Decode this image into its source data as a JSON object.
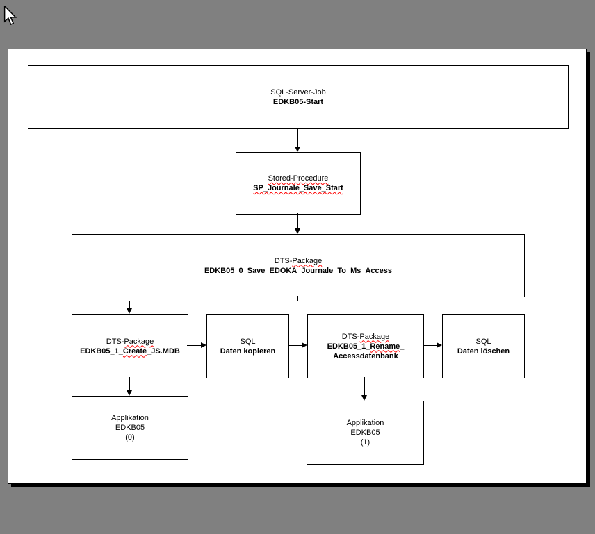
{
  "colors": {
    "background": "#808080",
    "page_background": "#ffffff",
    "box_border": "#000000",
    "page_shadow": "#000000",
    "spellcheck_underline": "#ff0000",
    "text": "#000000"
  },
  "cursor": {
    "icon": "arrow-pointer-icon"
  },
  "diagram": {
    "boxes": {
      "sql_server_job": {
        "type": "SQL-Server-Job",
        "name": "EDKB05-Start"
      },
      "stored_procedure": {
        "type": "Stored-Procedure",
        "name": "SP_Journale_Save_Start"
      },
      "dts_save": {
        "type_prefix": "DTS-",
        "type_misspelled": "Package",
        "name": "EDKB05_0_Save_EDOKA_Journale_To_Ms_Access"
      },
      "dts_create": {
        "type_prefix": "DTS-",
        "type_misspelled": "Package",
        "name_prefix": "EDKB05_1_",
        "name_misspelled": "Create",
        "name_suffix": "_JS.MDB"
      },
      "sql_copy": {
        "type": "SQL",
        "name": "Daten kopieren"
      },
      "dts_rename": {
        "type_prefix": "DTS-",
        "type_misspelled": "Package",
        "name_prefix": "EDKB05_1_",
        "name_misspelled": "Rename",
        "name_suffix": "_",
        "name_line2": "Accessdatenbank"
      },
      "sql_delete": {
        "type": "SQL",
        "name": "Daten löschen"
      },
      "app_0": {
        "line1": "Applikation",
        "line2": "EDKB05",
        "line3": "(0)"
      },
      "app_1": {
        "line1": "Applikation",
        "line2": "EDKB05",
        "line3": "(1)"
      }
    }
  }
}
